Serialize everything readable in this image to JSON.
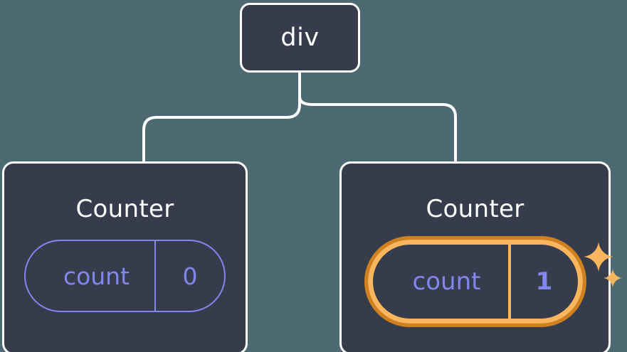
{
  "diagram": {
    "title": "React component tree with highlighted state",
    "background_color": "#4d6a72",
    "node_fill": "#363c4c",
    "node_border": "#ffffff",
    "accent_purple": "#8287f0",
    "accent_orange_light": "#f9b65f",
    "accent_orange_dark": "#d0801c",
    "root": {
      "label": "div",
      "name": "div-node"
    },
    "children": [
      {
        "name": "counter-node-left",
        "title": "Counter",
        "state": {
          "key": "count",
          "value": "0"
        },
        "highlighted": "false"
      },
      {
        "name": "counter-node-right",
        "title": "Counter",
        "state": {
          "key": "count",
          "value": "1"
        },
        "highlighted": "true",
        "sparkle_icons": [
          "sparkle-large",
          "sparkle-small"
        ]
      }
    ]
  }
}
